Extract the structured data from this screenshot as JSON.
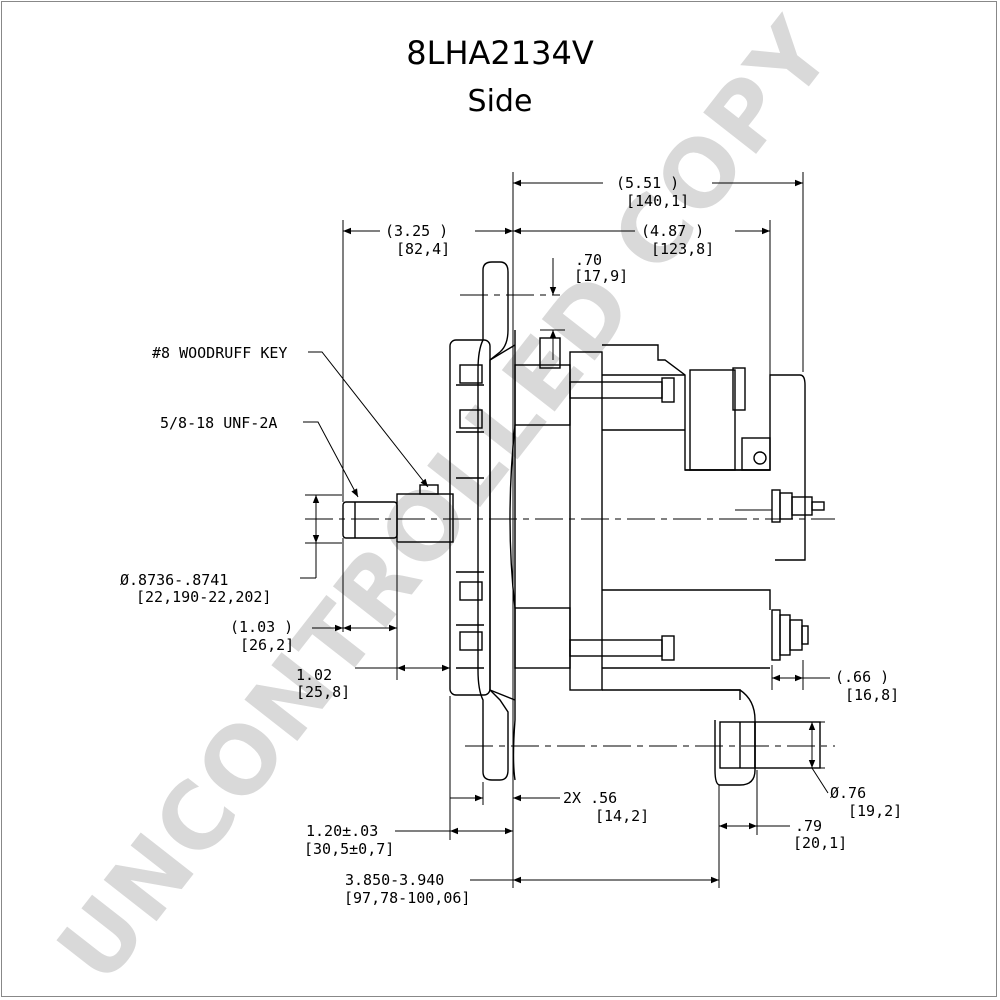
{
  "title": "8LHA2134V",
  "subtitle": "Side",
  "watermark": "UNCONTROLLED COPY",
  "dimensions": {
    "overall_length": "(5.51    )",
    "overall_length_mm": "[140,1]",
    "body_length": "(4.87    )",
    "body_length_mm": "[123,8]",
    "shaft_length": "(3.25    )",
    "shaft_length_mm": "[82,4]",
    "top_offset": ".70",
    "top_offset_mm": "[17,9]",
    "key_label": "#8 WOODRUFF KEY",
    "thread_label": "5/8-18 UNF-2A",
    "shaft_diameter": "Ø.8736-.8741",
    "shaft_diameter_mm": "[22,190-22,202]",
    "thread_length": "(1.03  )",
    "thread_length_mm": "[26,2]",
    "pulley_offset": "1.02",
    "pulley_offset_mm": "[25,8]",
    "terminal_offset": "(.66    )",
    "terminal_offset_mm": "[16,8]",
    "mount_hole": "Ø.76",
    "mount_hole_mm": "[19,2]",
    "ear_width": "2X  .56",
    "ear_width_mm": "[14,2]",
    "flange": "1.20±.03",
    "flange_mm": "[30,5±0,7]",
    "mount_span": "3.850-3.940",
    "mount_span_mm": "[97,78-100,06]",
    "ear_depth": ".79",
    "ear_depth_mm": "[20,1]"
  }
}
